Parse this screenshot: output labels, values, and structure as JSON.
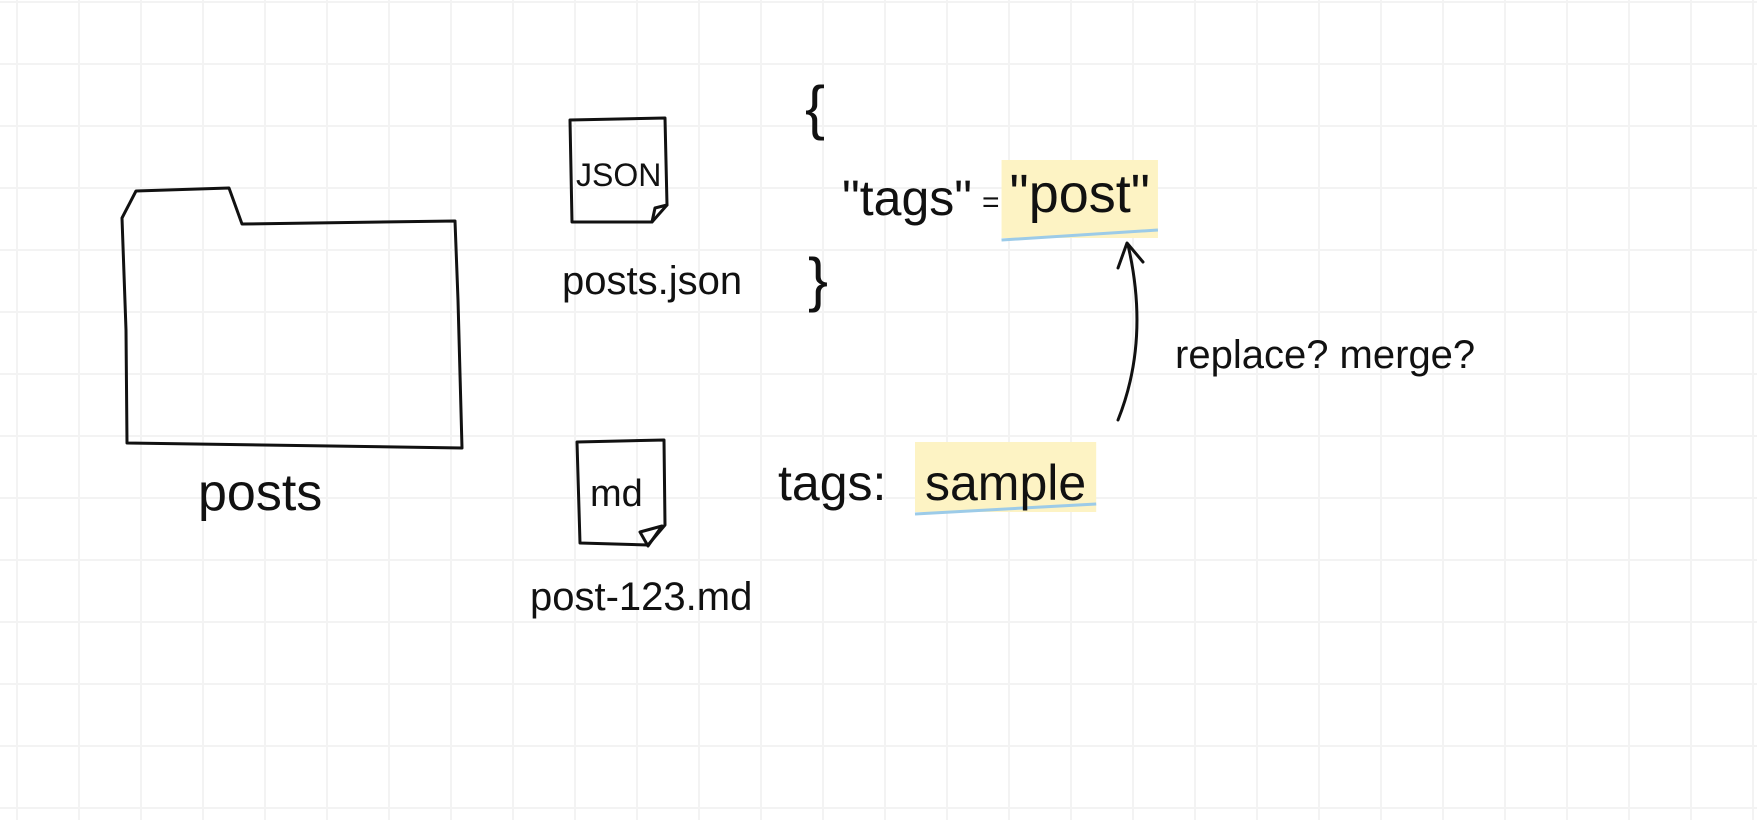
{
  "folder": {
    "label": "posts",
    "icon": "folder-icon"
  },
  "json_file": {
    "badge": "JSON",
    "filename": "posts.json",
    "icon": "file-icon"
  },
  "md_file": {
    "badge": "md",
    "filename": "post-123.md",
    "icon": "file-icon"
  },
  "json_content": {
    "open_brace": "{",
    "key": "\"tags\"",
    "separator": "=",
    "value": "\"post\"",
    "close_brace": "}"
  },
  "md_content": {
    "key": "tags:",
    "value": "sample"
  },
  "arrow_note": "replace? merge?",
  "colors": {
    "ink": "#111111",
    "highlight": "#fdf3c4",
    "underline": "#9ccbe8",
    "grid": "#f3f3f3"
  }
}
